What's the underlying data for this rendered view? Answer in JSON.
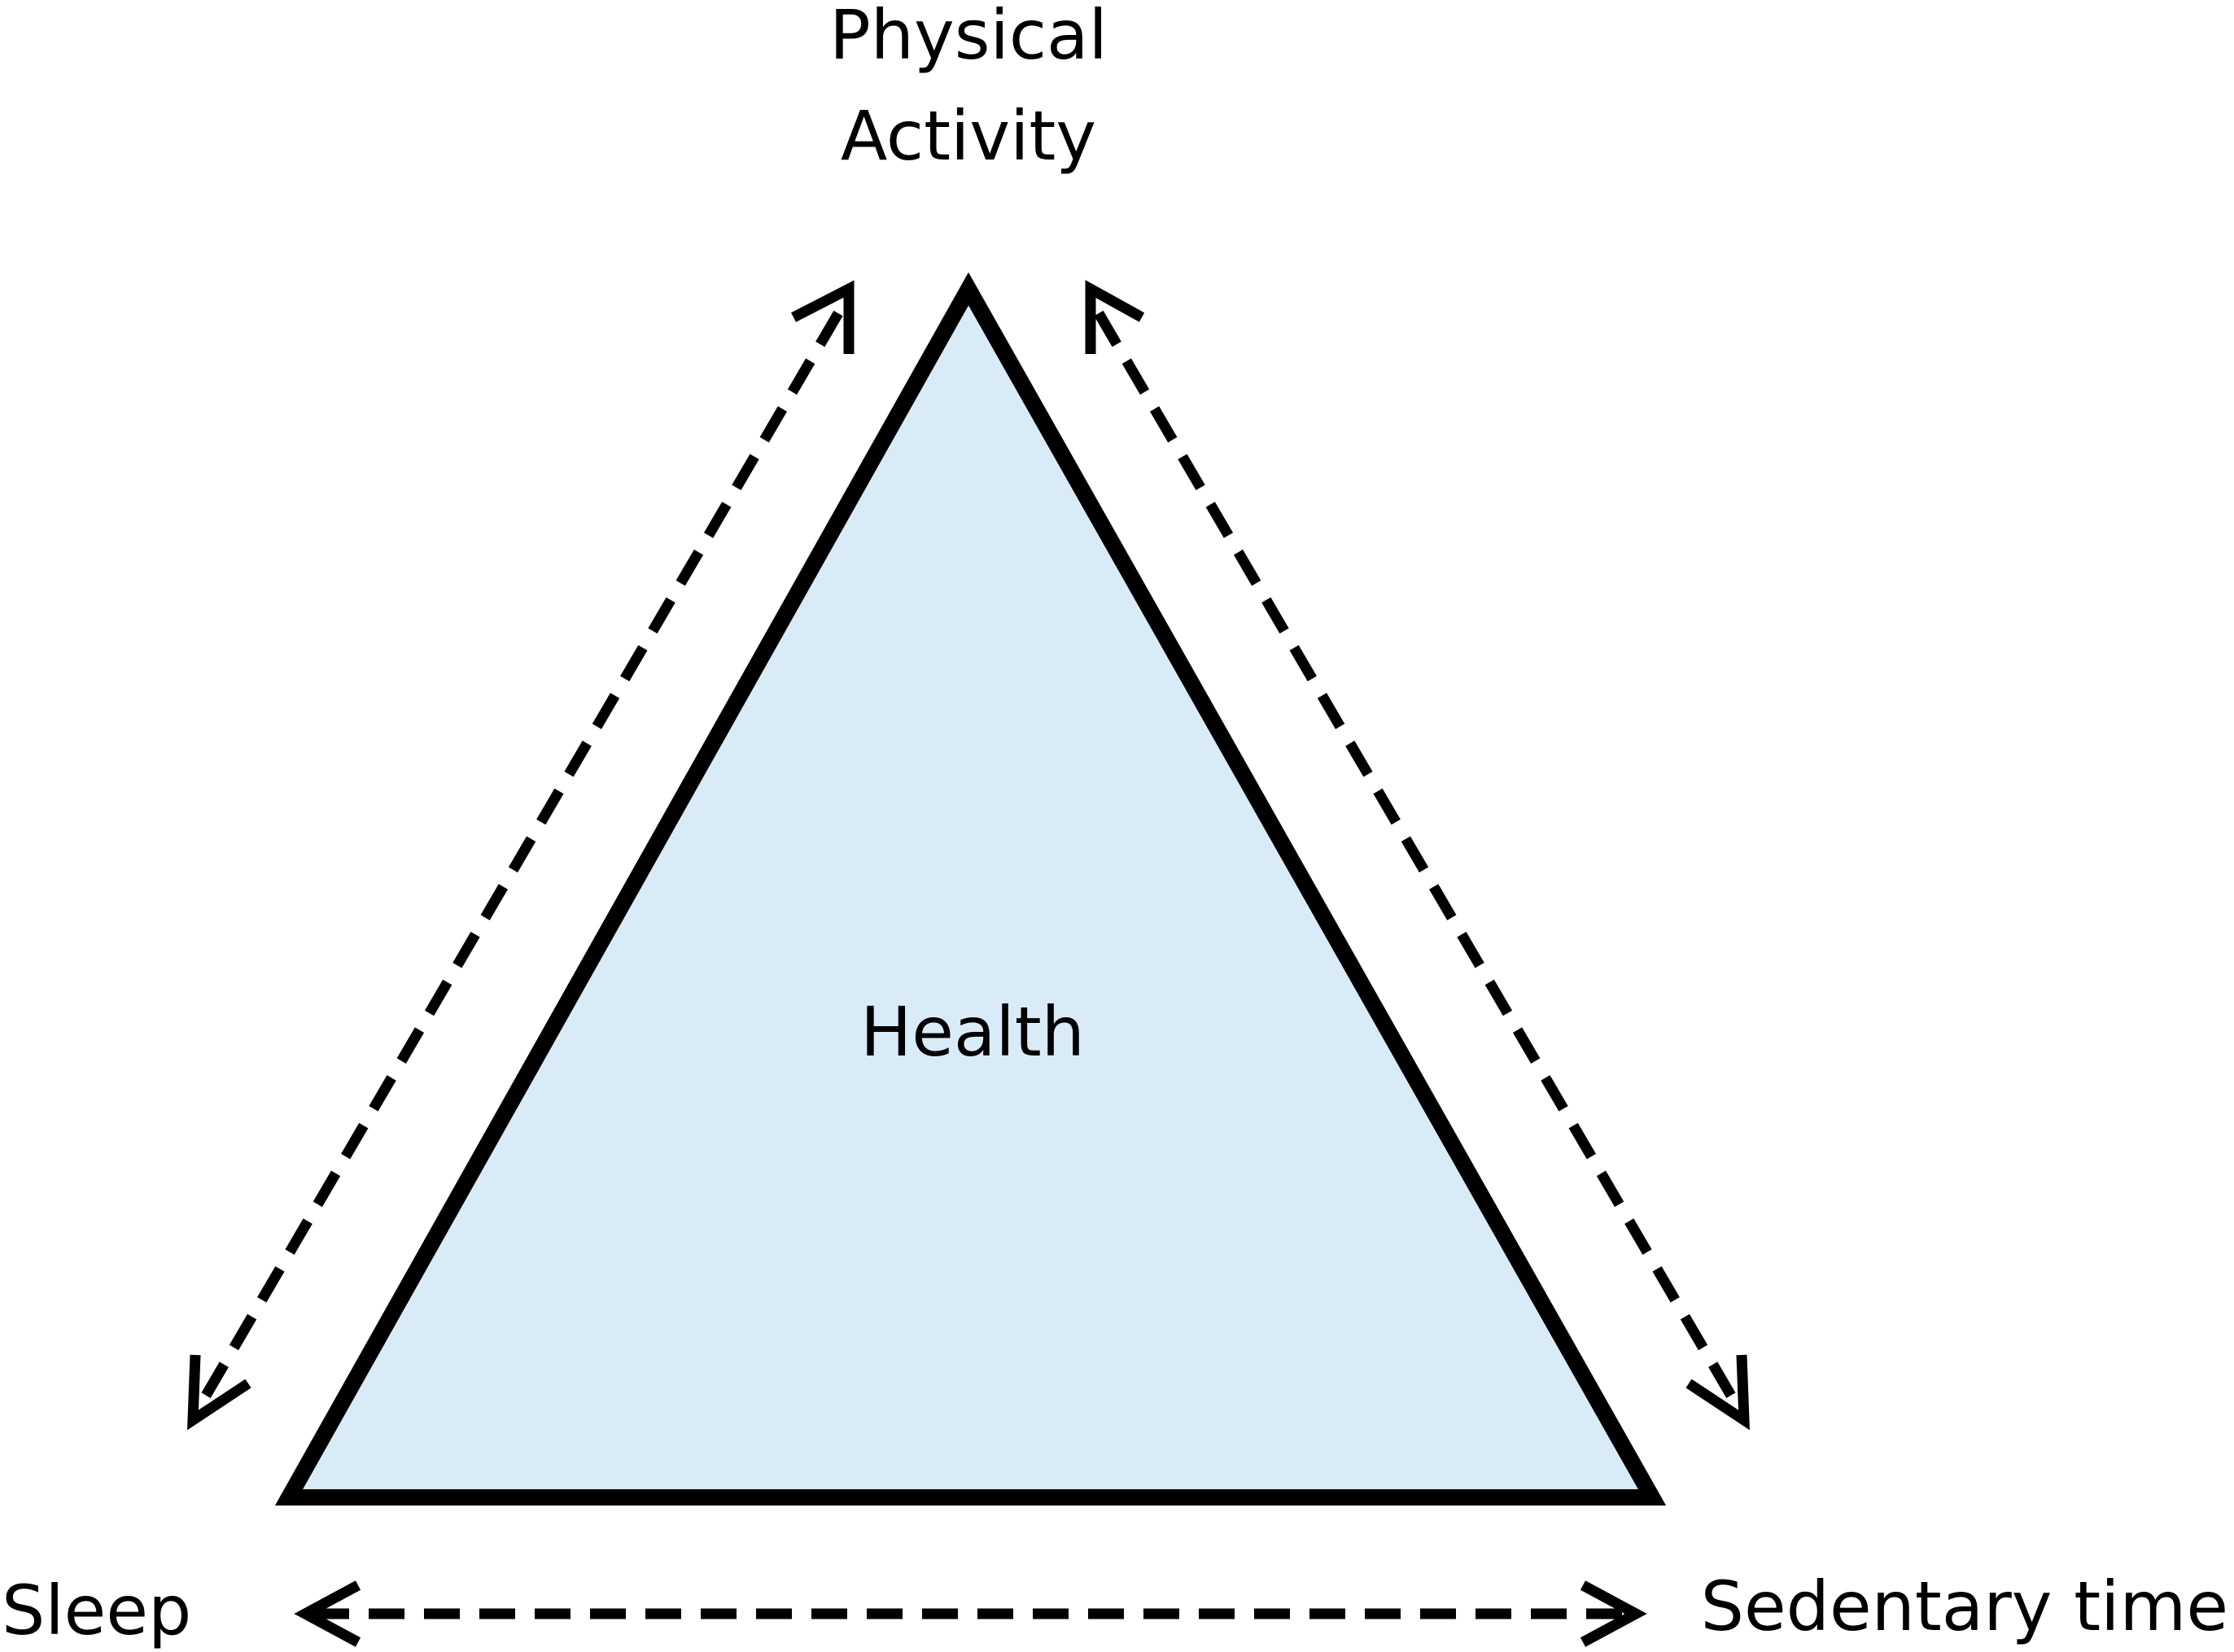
{
  "diagram": {
    "center_label": "Health",
    "top_label_line1": "Physical",
    "top_label_line2": "Activity",
    "left_label": "Sleep",
    "right_label": "Sedentary time",
    "colors": {
      "triangle_fill": "#daebf8",
      "stroke": "#000000",
      "background": "#ffffff"
    },
    "arrows": [
      {
        "from": "Sleep",
        "to": "Physical Activity",
        "style": "dashed",
        "direction": "bidirectional"
      },
      {
        "from": "Physical Activity",
        "to": "Sedentary time",
        "style": "dashed",
        "direction": "bidirectional"
      },
      {
        "from": "Sleep",
        "to": "Sedentary time",
        "style": "dashed",
        "direction": "bidirectional"
      }
    ]
  }
}
